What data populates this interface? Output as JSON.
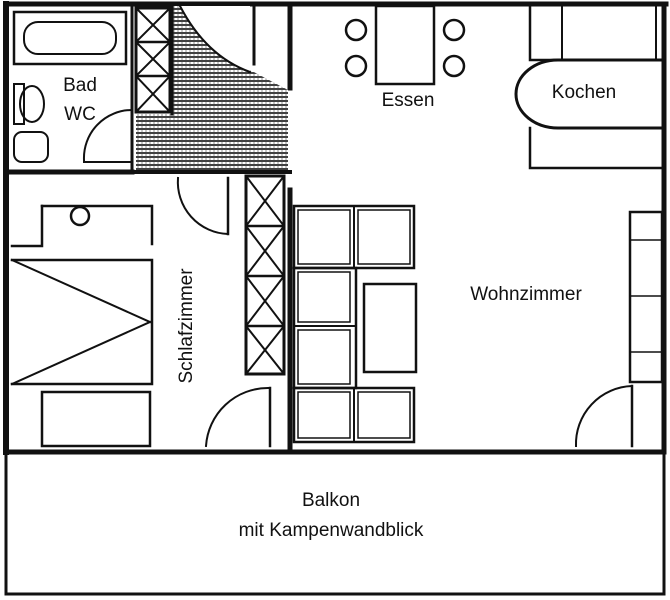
{
  "rooms": {
    "bad": "Bad",
    "wc": "WC",
    "essen": "Essen",
    "kochen": "Kochen",
    "schlafzimmer": "Schlafzimmer",
    "wohnzimmer": "Wohnzimmer",
    "balkon": "Balkon",
    "balkon_subtitle": "mit Kampenwandblick"
  },
  "colors": {
    "ink": "#111111",
    "paper": "#ffffff"
  }
}
